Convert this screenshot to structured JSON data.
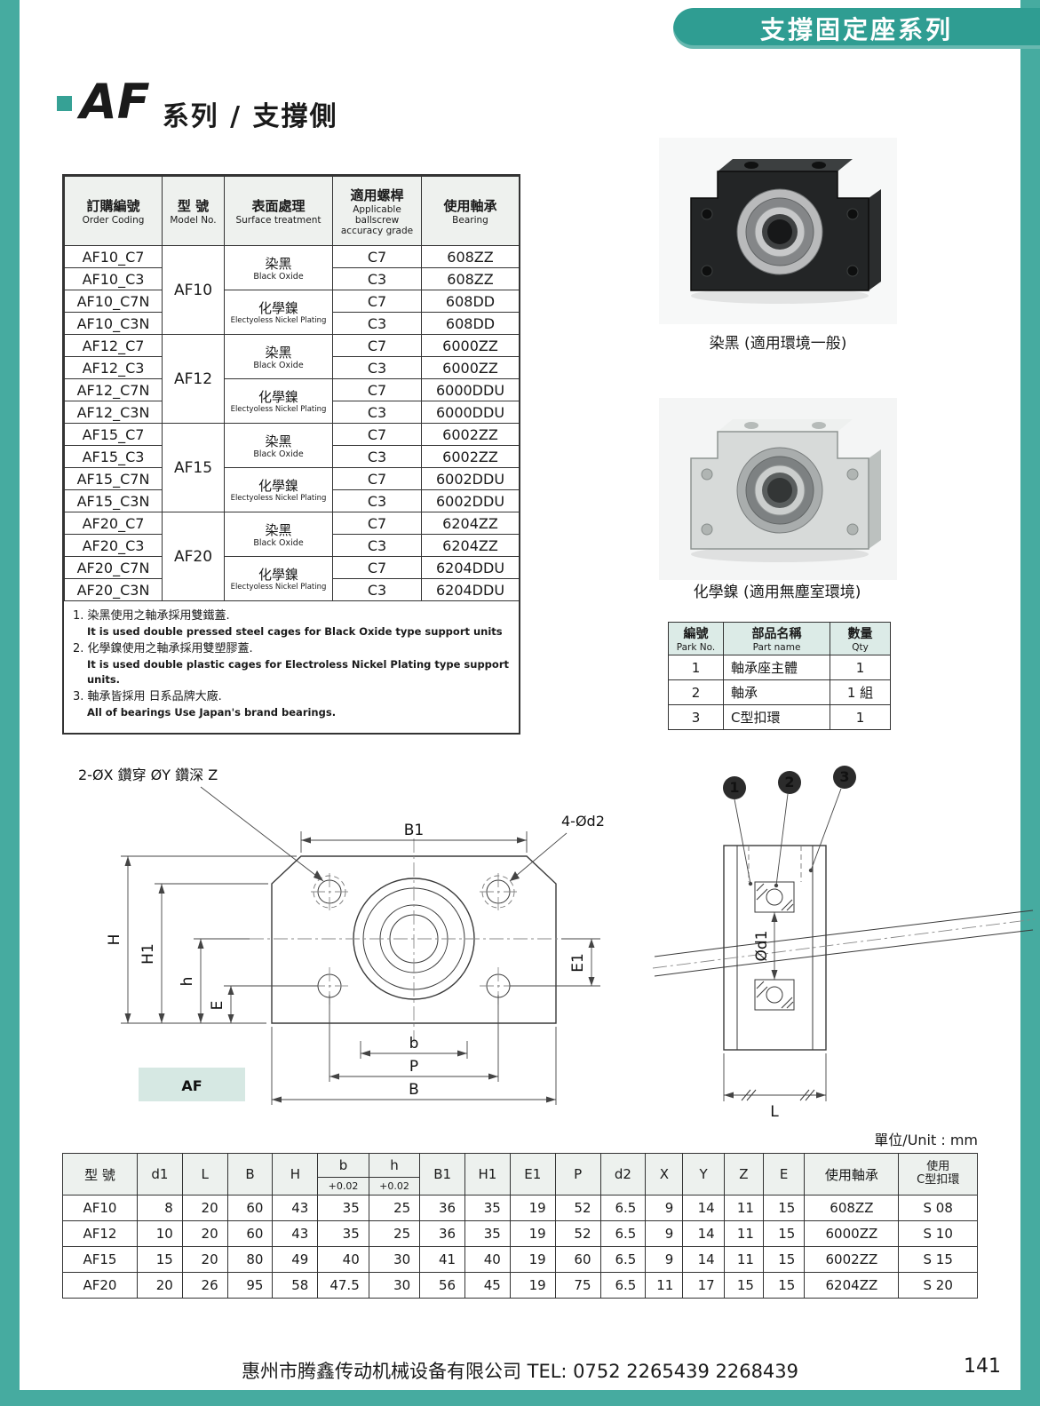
{
  "page": {
    "banner_title": "支撐固定座系列",
    "series_prefix": "AF",
    "series_title": "系列 / 支撐側",
    "unit_note": "單位/Unit : mm",
    "footer": "惠州市腾鑫传动机械设备有限公司  TEL: 0752 2265439 2268439",
    "page_number": "141"
  },
  "order_table": {
    "headers": [
      {
        "zh": "訂購編號",
        "en": "Order Coding"
      },
      {
        "zh": "型 號",
        "en": "Model No."
      },
      {
        "zh": "表面處理",
        "en": "Surface treatment"
      },
      {
        "zh": "適用螺桿",
        "en": "Applicable ballscrew accuracy grade"
      },
      {
        "zh": "使用軸承",
        "en": "Bearing"
      }
    ],
    "models": [
      "AF10",
      "AF12",
      "AF15",
      "AF20"
    ],
    "surface_black": {
      "zh": "染黑",
      "en": "Black Oxide"
    },
    "surface_nickel": {
      "zh": "化學鎳",
      "en": "Electyoless Nickel Plating"
    },
    "rows": [
      {
        "code": "AF10_C7",
        "grade": "C7",
        "bearing": "608ZZ"
      },
      {
        "code": "AF10_C3",
        "grade": "C3",
        "bearing": "608ZZ"
      },
      {
        "code": "AF10_C7N",
        "grade": "C7",
        "bearing": "608DD"
      },
      {
        "code": "AF10_C3N",
        "grade": "C3",
        "bearing": "608DD"
      },
      {
        "code": "AF12_C7",
        "grade": "C7",
        "bearing": "6000ZZ"
      },
      {
        "code": "AF12_C3",
        "grade": "C3",
        "bearing": "6000ZZ"
      },
      {
        "code": "AF12_C7N",
        "grade": "C7",
        "bearing": "6000DDU"
      },
      {
        "code": "AF12_C3N",
        "grade": "C3",
        "bearing": "6000DDU"
      },
      {
        "code": "AF15_C7",
        "grade": "C7",
        "bearing": "6002ZZ"
      },
      {
        "code": "AF15_C3",
        "grade": "C3",
        "bearing": "6002ZZ"
      },
      {
        "code": "AF15_C7N",
        "grade": "C7",
        "bearing": "6002DDU"
      },
      {
        "code": "AF15_C3N",
        "grade": "C3",
        "bearing": "6002DDU"
      },
      {
        "code": "AF20_C7",
        "grade": "C7",
        "bearing": "6204ZZ"
      },
      {
        "code": "AF20_C3",
        "grade": "C3",
        "bearing": "6204ZZ"
      },
      {
        "code": "AF20_C7N",
        "grade": "C7",
        "bearing": "6204DDU"
      },
      {
        "code": "AF20_C3N",
        "grade": "C3",
        "bearing": "6204DDU"
      }
    ],
    "notes": [
      {
        "zh": "1. 染黑使用之軸承採用雙鐵蓋.",
        "en": "It is used double pressed steel cages for Black Oxide type support units"
      },
      {
        "zh": "2. 化學鎳使用之軸承採用雙塑膠蓋.",
        "en": "It is used double plastic cages for Electroless Nickel Plating type support units."
      },
      {
        "zh": "3. 軸承皆採用 日系品牌大廠.",
        "en": "All of bearings Use Japan's brand bearings."
      }
    ]
  },
  "images": {
    "black_caption": "染黑 (適用環境一般)",
    "nickel_caption": "化學鎳 (適用無塵室環境)"
  },
  "parts_table": {
    "headers": [
      {
        "zh": "編號",
        "en": "Park No."
      },
      {
        "zh": "部品名稱",
        "en": "Part name"
      },
      {
        "zh": "數量",
        "en": "Qty"
      }
    ],
    "rows": [
      {
        "no": "1",
        "name": "軸承座主體",
        "qty": "1"
      },
      {
        "no": "2",
        "name": "軸承",
        "qty": "1 組"
      },
      {
        "no": "3",
        "name": "C型扣環",
        "qty": "1"
      }
    ]
  },
  "drawing": {
    "top_note": "2-ØX 鑽穿 ØY 鑽深 Z",
    "holes_note": "4-Ød2",
    "af_label": "AF",
    "callouts": [
      "1",
      "2",
      "3"
    ],
    "dims": {
      "B1": "B1",
      "H": "H",
      "H1": "H1",
      "h": "h",
      "E": "E",
      "E1": "E1",
      "b": "b",
      "P": "P",
      "B": "B",
      "L": "L",
      "d1": "Ød1"
    }
  },
  "dim_table": {
    "col_model": "型 號",
    "cols": [
      "d1",
      "L",
      "B",
      "H",
      "b",
      "h",
      "B1",
      "H1",
      "E1",
      "P",
      "d2",
      "X",
      "Y",
      "Z",
      "E"
    ],
    "tol": "+0.02",
    "col_bearing": "使用軸承",
    "col_ring_1": "使用",
    "col_ring_2": "C型扣環",
    "rows": [
      {
        "model": "AF10",
        "values": [
          "8",
          "20",
          "60",
          "43",
          "35",
          "25",
          "36",
          "35",
          "19",
          "52",
          "6.5",
          "9",
          "14",
          "11",
          "15"
        ],
        "bearing": "608ZZ",
        "ring": "S 08"
      },
      {
        "model": "AF12",
        "values": [
          "10",
          "20",
          "60",
          "43",
          "35",
          "25",
          "36",
          "35",
          "19",
          "52",
          "6.5",
          "9",
          "14",
          "11",
          "15"
        ],
        "bearing": "6000ZZ",
        "ring": "S 10"
      },
      {
        "model": "AF15",
        "values": [
          "15",
          "20",
          "80",
          "49",
          "40",
          "30",
          "41",
          "40",
          "19",
          "60",
          "6.5",
          "9",
          "14",
          "11",
          "15"
        ],
        "bearing": "6002ZZ",
        "ring": "S 15"
      },
      {
        "model": "AF20",
        "values": [
          "20",
          "26",
          "95",
          "58",
          "47.5",
          "30",
          "56",
          "45",
          "19",
          "75",
          "6.5",
          "11",
          "17",
          "15",
          "15"
        ],
        "bearing": "6204ZZ",
        "ring": "S 20"
      }
    ]
  }
}
